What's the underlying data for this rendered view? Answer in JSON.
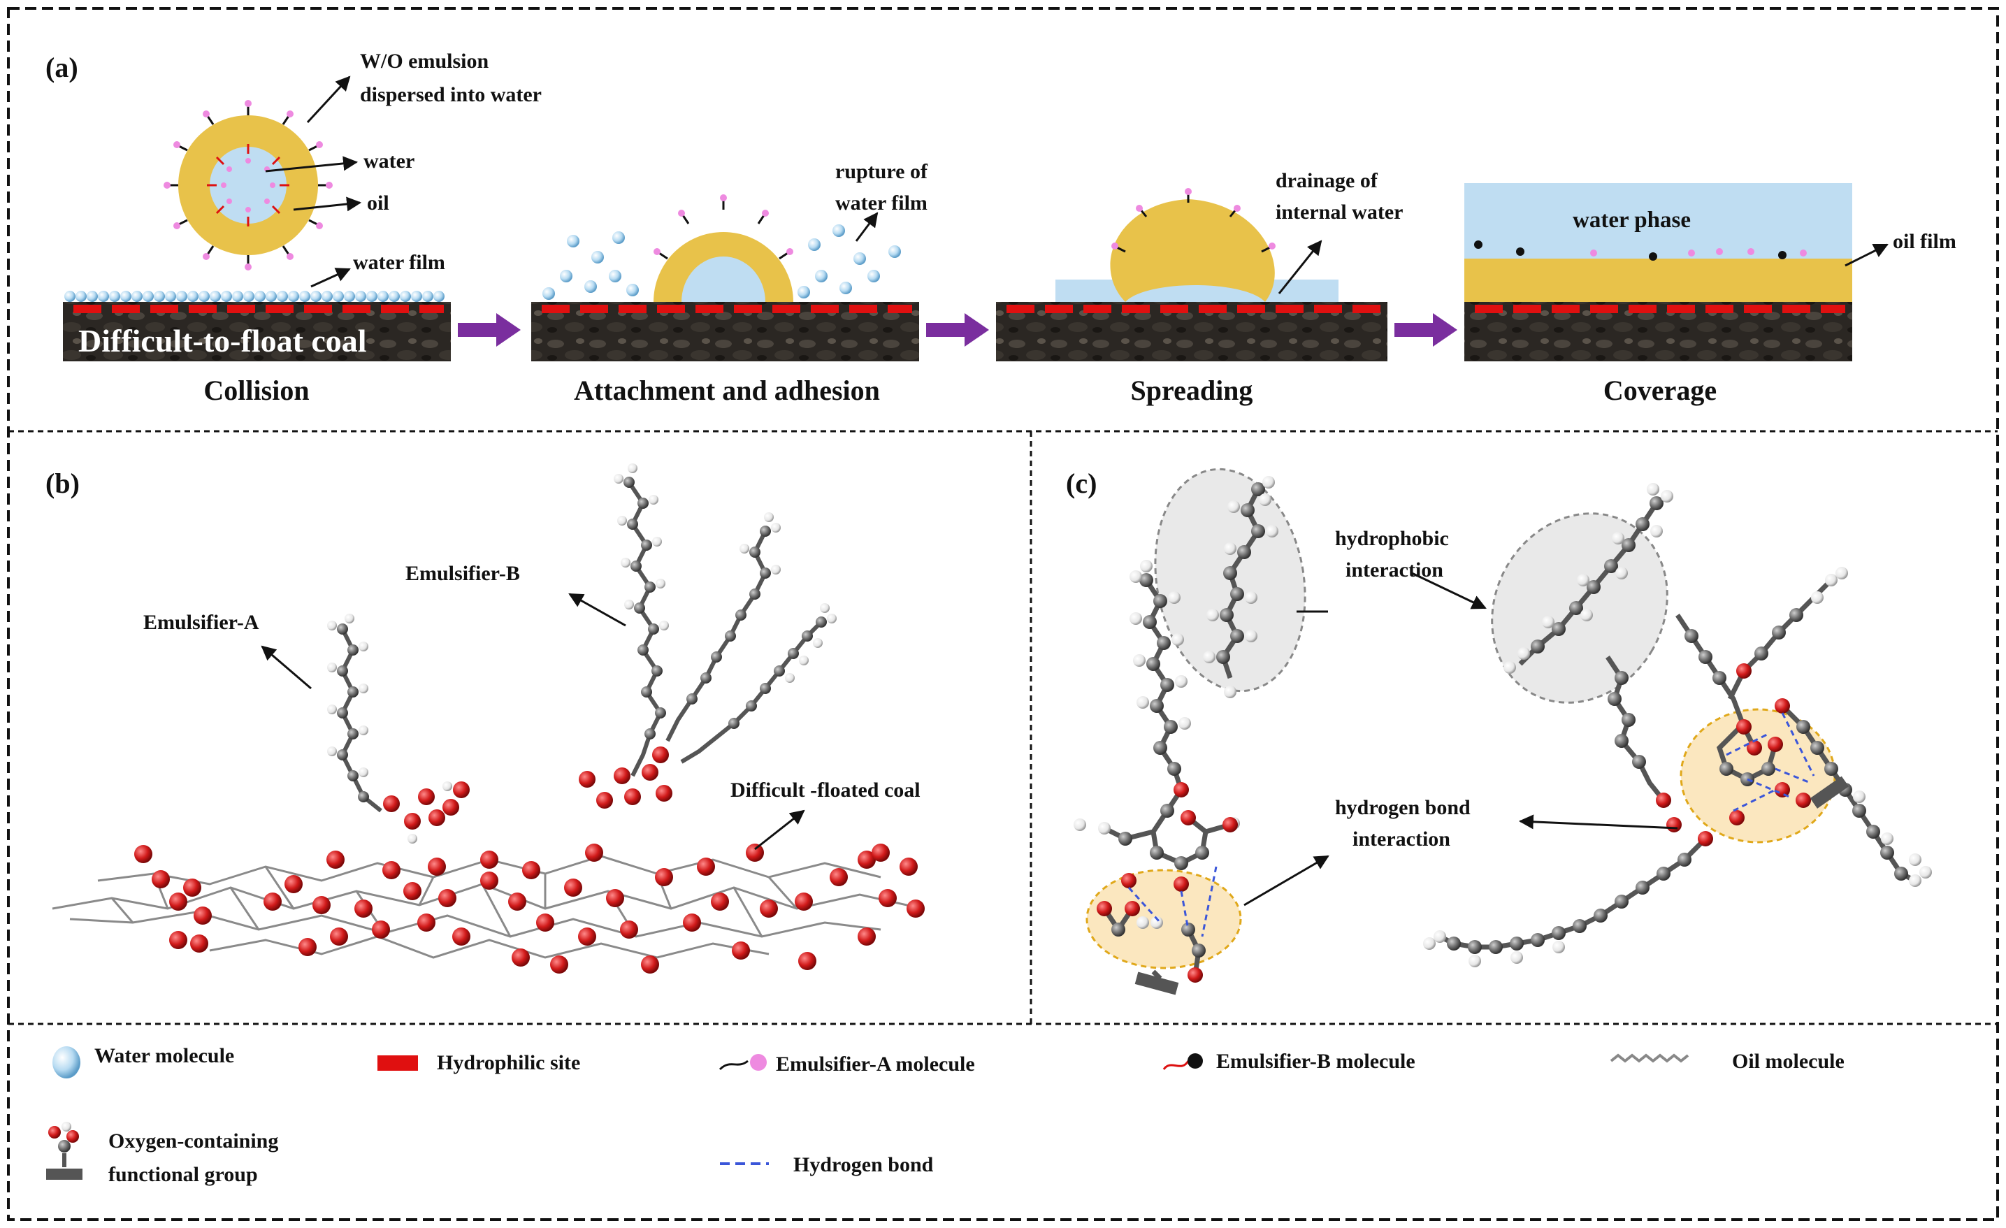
{
  "panels": {
    "a": {
      "label": "(a)",
      "stages": [
        "Collision",
        "Attachment and adhesion",
        "Spreading",
        "Coverage"
      ],
      "coal_label": "Difficult-to-float coal",
      "annotations": {
        "wo_emulsion_1": "W/O emulsion",
        "wo_emulsion_2": "dispersed into water",
        "water": "water",
        "oil": "oil",
        "water_film": "water film",
        "rupture_1": "rupture of",
        "rupture_2": "water film",
        "drainage_1": "drainage of",
        "drainage_2": "internal water",
        "water_phase": "water phase",
        "oil_film": "oil film"
      }
    },
    "b": {
      "label": "(b)",
      "emulsifier_a": "Emulsifier-A",
      "emulsifier_b": "Emulsifier-B",
      "coal": "Difficult -floated coal"
    },
    "c": {
      "label": "(c)",
      "hydrophobic_1": "hydrophobic",
      "hydrophobic_2": "interaction",
      "hbond_1": "hydrogen bond",
      "hbond_2": "interaction"
    }
  },
  "legend": {
    "water_molecule": "Water molecule",
    "hydrophilic_site": "Hydrophilic site",
    "emulsifier_a_molecule": "Emulsifier-A molecule",
    "emulsifier_b_molecule": "Emulsifier-B molecule",
    "oil_molecule": "Oil molecule",
    "oxygen_group_1": "Oxygen-containing",
    "oxygen_group_2": "functional group",
    "hydrogen_bond": "Hydrogen bond"
  },
  "colors": {
    "oil": "#E8C24A",
    "water": "#BFDDF2",
    "hydrophilic": "#E01010",
    "arrow": "#7A2E9E",
    "coal": "#2E2A26",
    "oxygen_atom": "#D11A1A",
    "carbon_atom": "#6E6E6E",
    "hydrogen_atom": "#F2F2F2",
    "hbond": "#3B56D9"
  }
}
